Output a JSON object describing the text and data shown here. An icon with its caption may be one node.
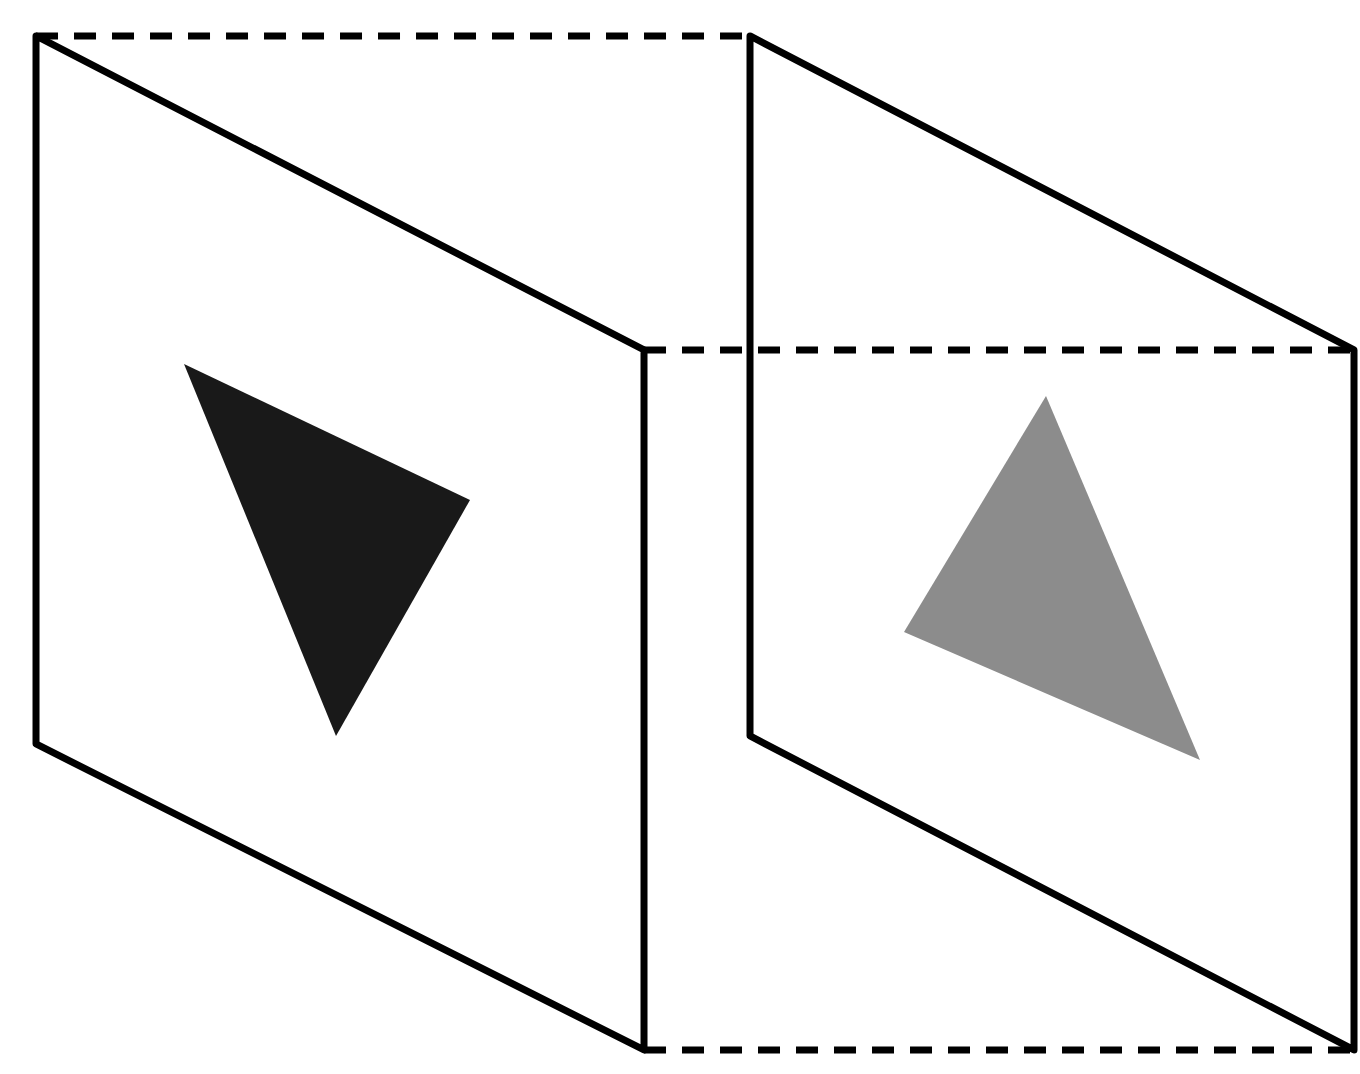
{
  "diagram": {
    "nodes": [
      {
        "text": [],
        "shape": "parallelogram"
      },
      {
        "text": [],
        "shape": "parallelogram"
      },
      {
        "text": [],
        "shape": "triangle",
        "in": 0
      },
      {
        "text": [],
        "shape": "triangle",
        "in": 1
      }
    ],
    "edges": [
      {
        "from": 0,
        "to": 1,
        "arrow": "none",
        "style": "dashed"
      },
      {
        "from": 0,
        "to": 1,
        "arrow": "none",
        "style": "dashed"
      },
      {
        "from": 0,
        "to": 1,
        "arrow": "none",
        "style": "dashed"
      }
    ]
  }
}
